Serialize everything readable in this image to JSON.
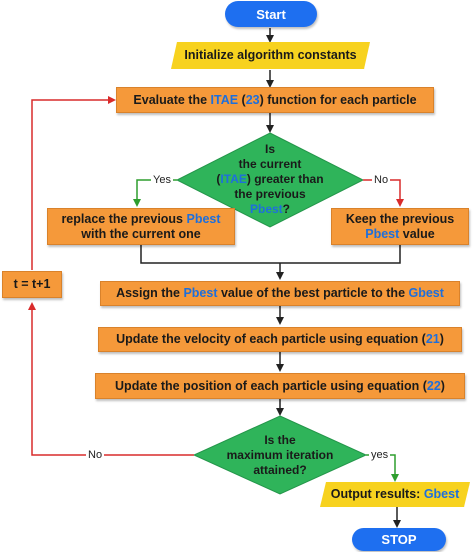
{
  "start": "Start",
  "init": "Initialize algorithm constants",
  "evaluate": {
    "pre": "Evaluate the ",
    "itae": "ITAE",
    "mid": " (",
    "ref": "23",
    "post": ") function for each particle"
  },
  "decision1": {
    "l1": "Is",
    "l2": "the current",
    "l3_open": "(",
    "l3_itae": "ITAE",
    "l3_post": ") greater than",
    "l4": "the previous",
    "l5_pbest": "Pbest",
    "l5_q": "?"
  },
  "yes1": "Yes",
  "no1": "No",
  "replace": {
    "l1_pre": "replace the previous ",
    "l1_pbest": "Pbest",
    "l2": "with the current one"
  },
  "keep": {
    "l1": "Keep the previous",
    "l2_pbest": "Pbest",
    "l2_post": " value"
  },
  "assign": {
    "pre": "Assign the ",
    "pbest": "Pbest",
    "mid": " value of the best particle to the ",
    "gbest": "Gbest"
  },
  "velocity": {
    "pre": "Update the velocity of each particle using equation (",
    "ref": "21",
    "post": ")"
  },
  "position": {
    "pre": "Update the position of each particle using equation (",
    "ref": "22",
    "post": ")"
  },
  "counter": "t = t+1",
  "decision2": {
    "l1": "Is the",
    "l2": "maximum iteration",
    "l3": "attained?"
  },
  "no2": "No",
  "yes2": "yes",
  "output": {
    "pre": "Output results: ",
    "gbest": "Gbest"
  },
  "stop": "STOP",
  "colors": {
    "orange": "#f5993a",
    "yellow": "#f7d21f",
    "diamond": "#2fb45a",
    "pill": "#1e6ff0",
    "yes_arrow": "#2e9e2e",
    "no_arrow": "#d92b2b",
    "highlight": "#1e6fdc"
  }
}
